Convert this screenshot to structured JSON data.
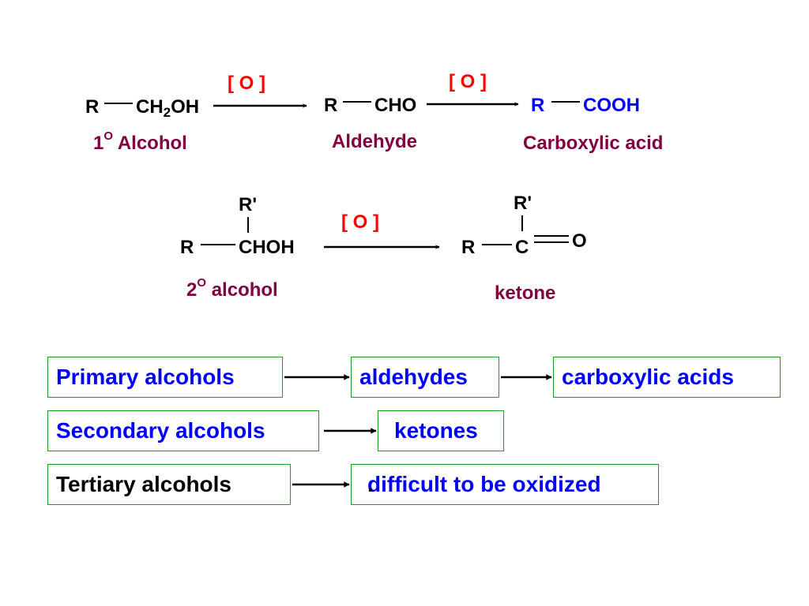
{
  "reaction_primary": {
    "reactant": {
      "r": "R",
      "group_a": "CH",
      "group_sub": "2",
      "group_b": "OH",
      "label_num": "1",
      "label_sup": "O",
      "label_text": "Alcohol"
    },
    "oxidant_1": "[ O ]",
    "intermediate": {
      "r": "R",
      "group": "CHO",
      "label": "Aldehyde"
    },
    "oxidant_2": "[ O ]",
    "product": {
      "r": "R",
      "group": "COOH",
      "label": "Carboxylic acid"
    }
  },
  "reaction_secondary": {
    "reactant": {
      "r": "R",
      "r_prime": "R'",
      "group": "CHOH",
      "label_num": "2",
      "label_sup": "O",
      "label_text": "alcohol"
    },
    "oxidant": "[ O ]",
    "product": {
      "r": "R",
      "r_prime": "R'",
      "carbon": "C",
      "oxygen": "O",
      "label": "ketone"
    }
  },
  "summary": {
    "row1": [
      "Primary alcohols",
      "aldehydes",
      "carboxylic acids"
    ],
    "row2": [
      "Secondary alcohols",
      "ketones"
    ],
    "row3": {
      "start": "Tertiary alcohols",
      "end": "difficult to be oxidized",
      "end_punct": "."
    }
  },
  "colors": {
    "oxidant": "#ff0000",
    "label": "#800040",
    "product": "#0000ff",
    "box_border": "#1aa01a"
  }
}
